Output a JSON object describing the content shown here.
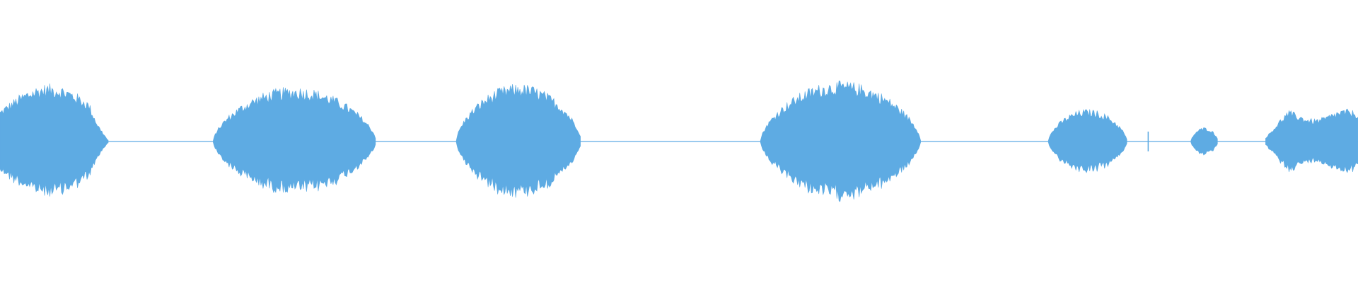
{
  "waveform": {
    "color": "#5eabe3",
    "background": "#ffffff",
    "duration_fraction_segments": [
      {
        "start": 0.0,
        "end": 0.08,
        "amplitude": 0.41
      },
      {
        "start": 0.157,
        "end": 0.277,
        "amplitude": 0.39
      },
      {
        "start": 0.336,
        "end": 0.428,
        "amplitude": 0.41
      },
      {
        "start": 0.56,
        "end": 0.678,
        "amplitude": 0.43
      },
      {
        "start": 0.772,
        "end": 0.83,
        "amplitude": 0.23
      },
      {
        "start": 0.877,
        "end": 0.897,
        "amplitude": 0.1
      },
      {
        "start": 0.932,
        "end": 1.0,
        "amplitude": 0.23
      }
    ],
    "spikes": [
      {
        "position": 0.8455,
        "amplitude": 0.07
      }
    ]
  }
}
